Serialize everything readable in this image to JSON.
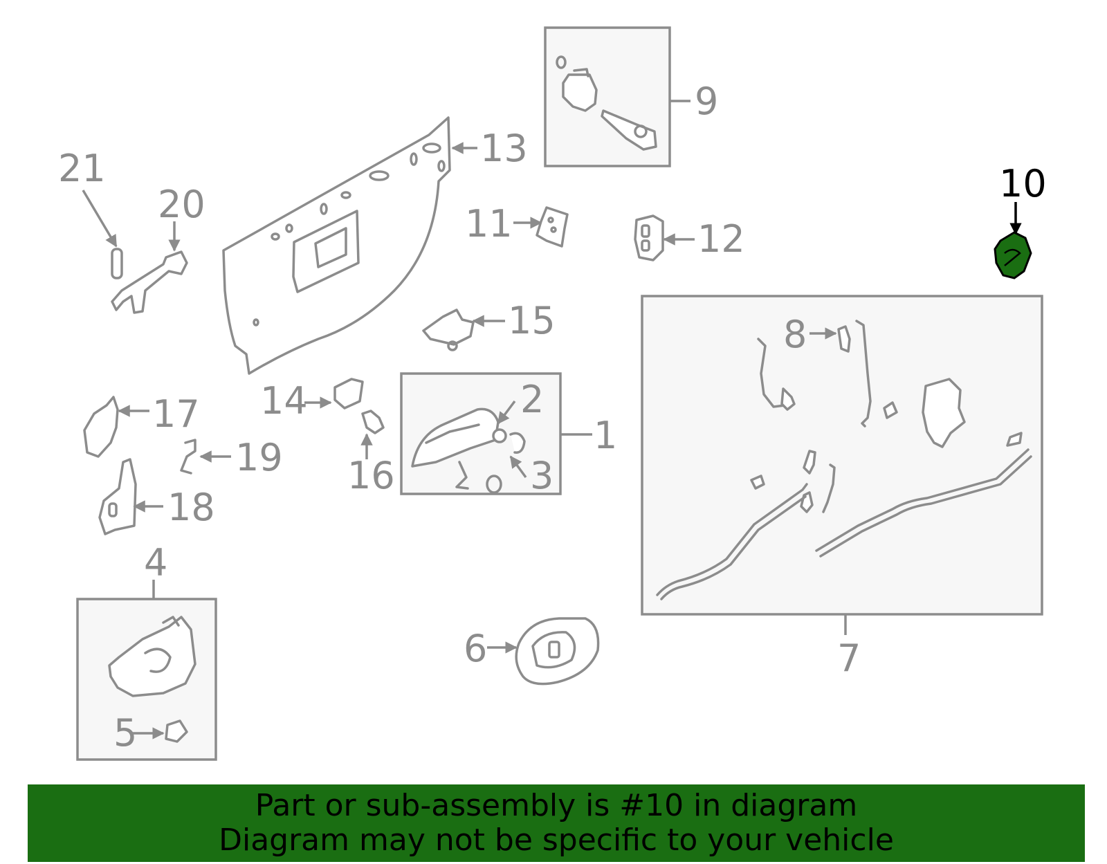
{
  "diagram": {
    "highlight_color": "#1a6e12",
    "part_color": "#8c8c8c",
    "callouts": {
      "c1": "1",
      "c2": "2",
      "c3": "3",
      "c4": "4",
      "c5": "5",
      "c6": "6",
      "c7": "7",
      "c8": "8",
      "c9": "9",
      "c10": "10",
      "c11": "11",
      "c12": "12",
      "c13": "13",
      "c14": "14",
      "c15": "15",
      "c16": "16",
      "c17": "17",
      "c18": "18",
      "c19": "19",
      "c20": "20",
      "c21": "21"
    },
    "highlighted_part": "10"
  },
  "banner": {
    "line1": "Part or sub-assembly is #10 in diagram",
    "line2": "Diagram may not be specific to your vehicle"
  }
}
